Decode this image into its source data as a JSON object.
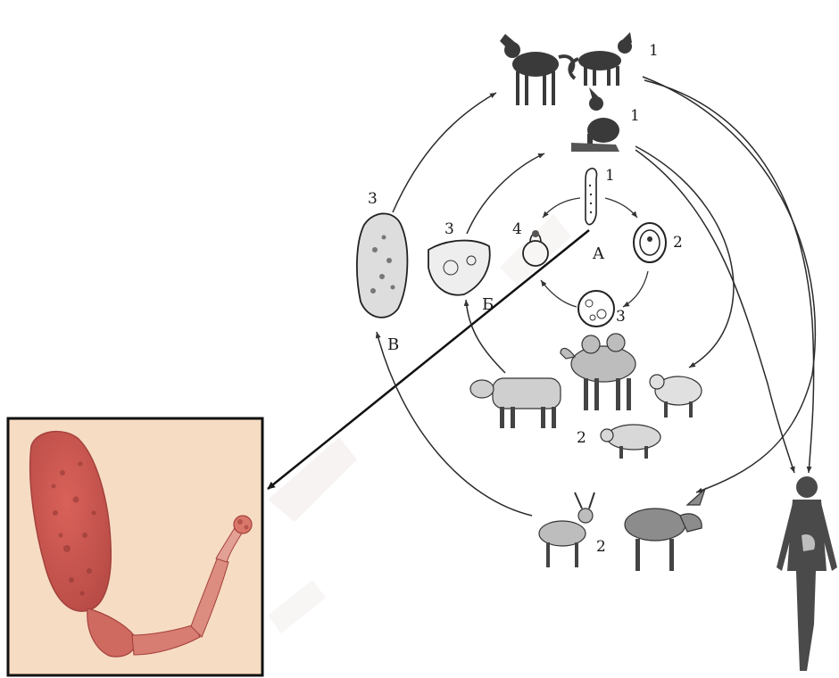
{
  "diagram": {
    "labels": {
      "wolves_top": "1",
      "dog": "1",
      "worm_center": "1",
      "egg": "2",
      "oncosphere": "3",
      "larva": "4",
      "center_letter": "A",
      "liver_number": "3",
      "liver_letter": "Б",
      "lung_number": "3",
      "lung_letter": "B",
      "livestock": "2",
      "deer": "2"
    },
    "colors": {
      "ink": "#1a1a1a",
      "photo_bg": "#f6dcc3",
      "worm": "#c8574f",
      "watermark": "#f0eaea"
    }
  }
}
